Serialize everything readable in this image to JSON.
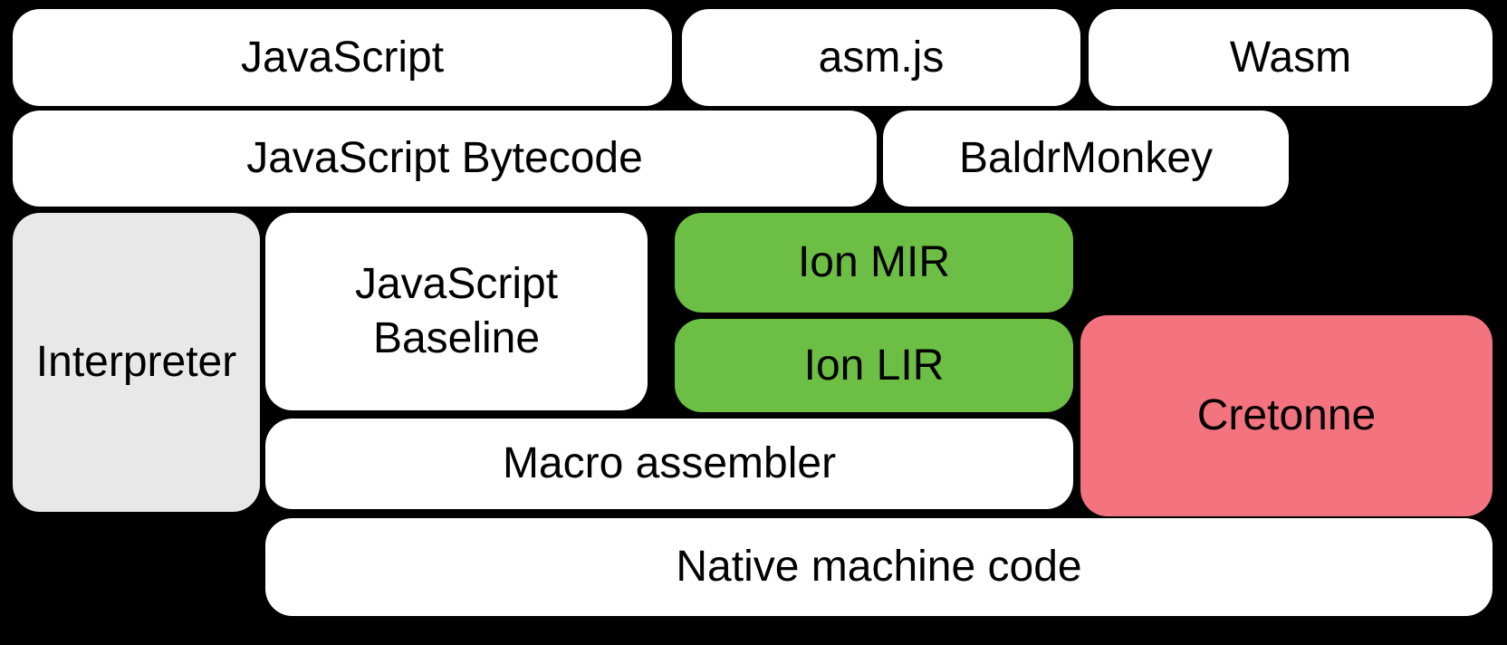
{
  "diagram": {
    "colors": {
      "background": "#000000",
      "white_box": "#ffffff",
      "gray_box": "#e8e8e8",
      "green_box": "#6cbf44",
      "pink_box": "#f3737f",
      "text": "#000000"
    },
    "nodes": [
      {
        "id": "javascript",
        "label": "JavaScript",
        "fill": "#ffffff"
      },
      {
        "id": "asm-js",
        "label": "asm.js",
        "fill": "#ffffff"
      },
      {
        "id": "wasm",
        "label": "Wasm",
        "fill": "#ffffff"
      },
      {
        "id": "javascript-bytecode",
        "label": "JavaScript Bytecode",
        "fill": "#ffffff"
      },
      {
        "id": "baldrmonkey",
        "label": "BaldrMonkey",
        "fill": "#ffffff"
      },
      {
        "id": "interpreter",
        "label": "Interpreter",
        "fill": "#e8e8e8"
      },
      {
        "id": "javascript-baseline",
        "label": "JavaScript\nBaseline",
        "fill": "#ffffff"
      },
      {
        "id": "ion-mir",
        "label": "Ion MIR",
        "fill": "#6cbf44"
      },
      {
        "id": "ion-lir",
        "label": "Ion LIR",
        "fill": "#6cbf44"
      },
      {
        "id": "cretonne",
        "label": "Cretonne",
        "fill": "#f3737f"
      },
      {
        "id": "macro-assembler",
        "label": "Macro assembler",
        "fill": "#ffffff"
      },
      {
        "id": "native-machine-code",
        "label": "Native machine code",
        "fill": "#ffffff"
      }
    ]
  }
}
